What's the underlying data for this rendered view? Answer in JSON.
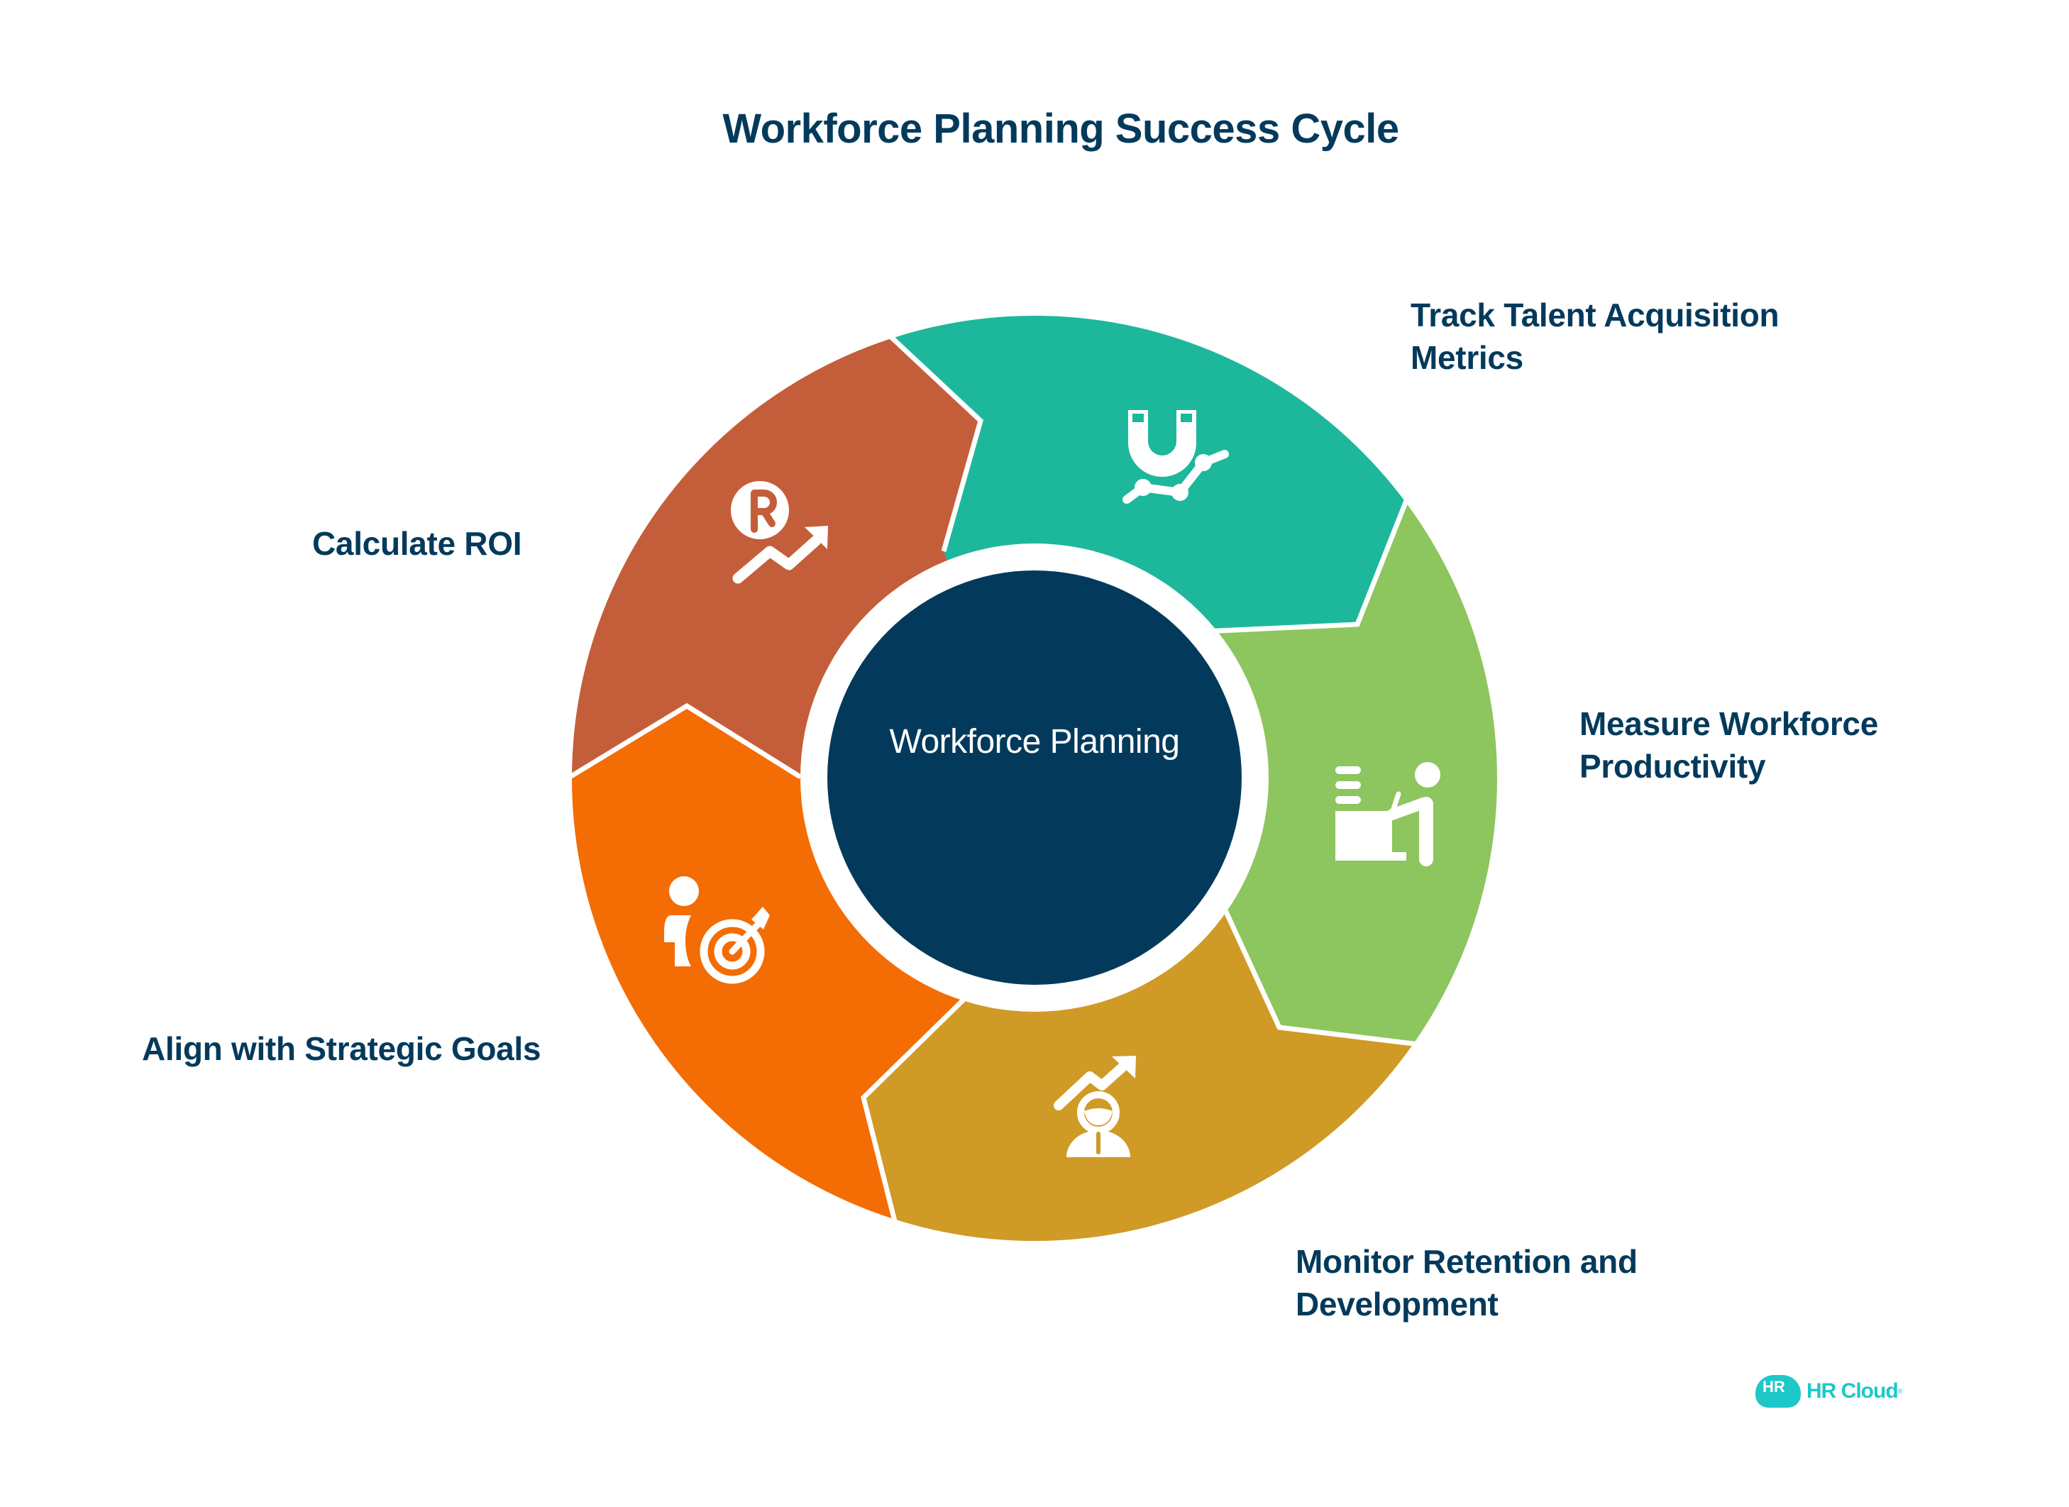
{
  "title": "Workforce Planning Success Cycle",
  "center": {
    "label": "Workforce Planning",
    "color": "#033a5c"
  },
  "segments": [
    {
      "id": "track-talent",
      "label_lines": [
        "Track Talent Acquisition",
        "Metrics"
      ],
      "icon": "magnet-chart-icon",
      "color": "#1db89c"
    },
    {
      "id": "measure-productivity",
      "label_lines": [
        "Measure Workforce",
        "Productivity"
      ],
      "icon": "person-at-desk-icon",
      "color": "#8dc55e"
    },
    {
      "id": "monitor-retention",
      "label_lines": [
        "Monitor Retention and",
        "Development"
      ],
      "icon": "person-growth-icon",
      "color": "#d09a27"
    },
    {
      "id": "align-goals",
      "label_lines": [
        "Align with Strategic Goals"
      ],
      "icon": "person-target-icon",
      "color": "#f46c04"
    },
    {
      "id": "calculate-roi",
      "label_lines": [
        "Calculate ROI"
      ],
      "icon": "roi-growth-icon",
      "color": "#c45e3a"
    }
  ],
  "logo": {
    "badge": "HR",
    "name": "HR Cloud",
    "mark": "®",
    "color": "#1ec8c8"
  },
  "text_color": "#033a5c"
}
